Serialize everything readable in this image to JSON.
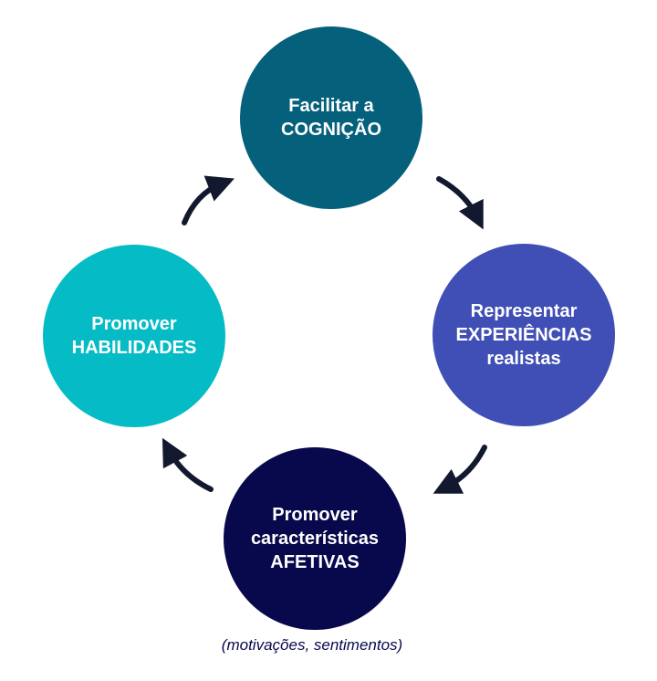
{
  "nodes": {
    "top": "Facilitar a\nCOGNIÇÃO",
    "right": "Representar\nEXPERIÊNCIAS\nrealistas",
    "bottom": "Promover\ncaracterísticas\nAFETIVAS",
    "left": "Promover\nHABILIDADES"
  },
  "caption": "(motivações, sentimentos)",
  "colors": {
    "top": "#04607b",
    "right": "#3f4fb5",
    "bottom": "#08084d",
    "left": "#05bcc6",
    "arrow": "#12192e"
  }
}
